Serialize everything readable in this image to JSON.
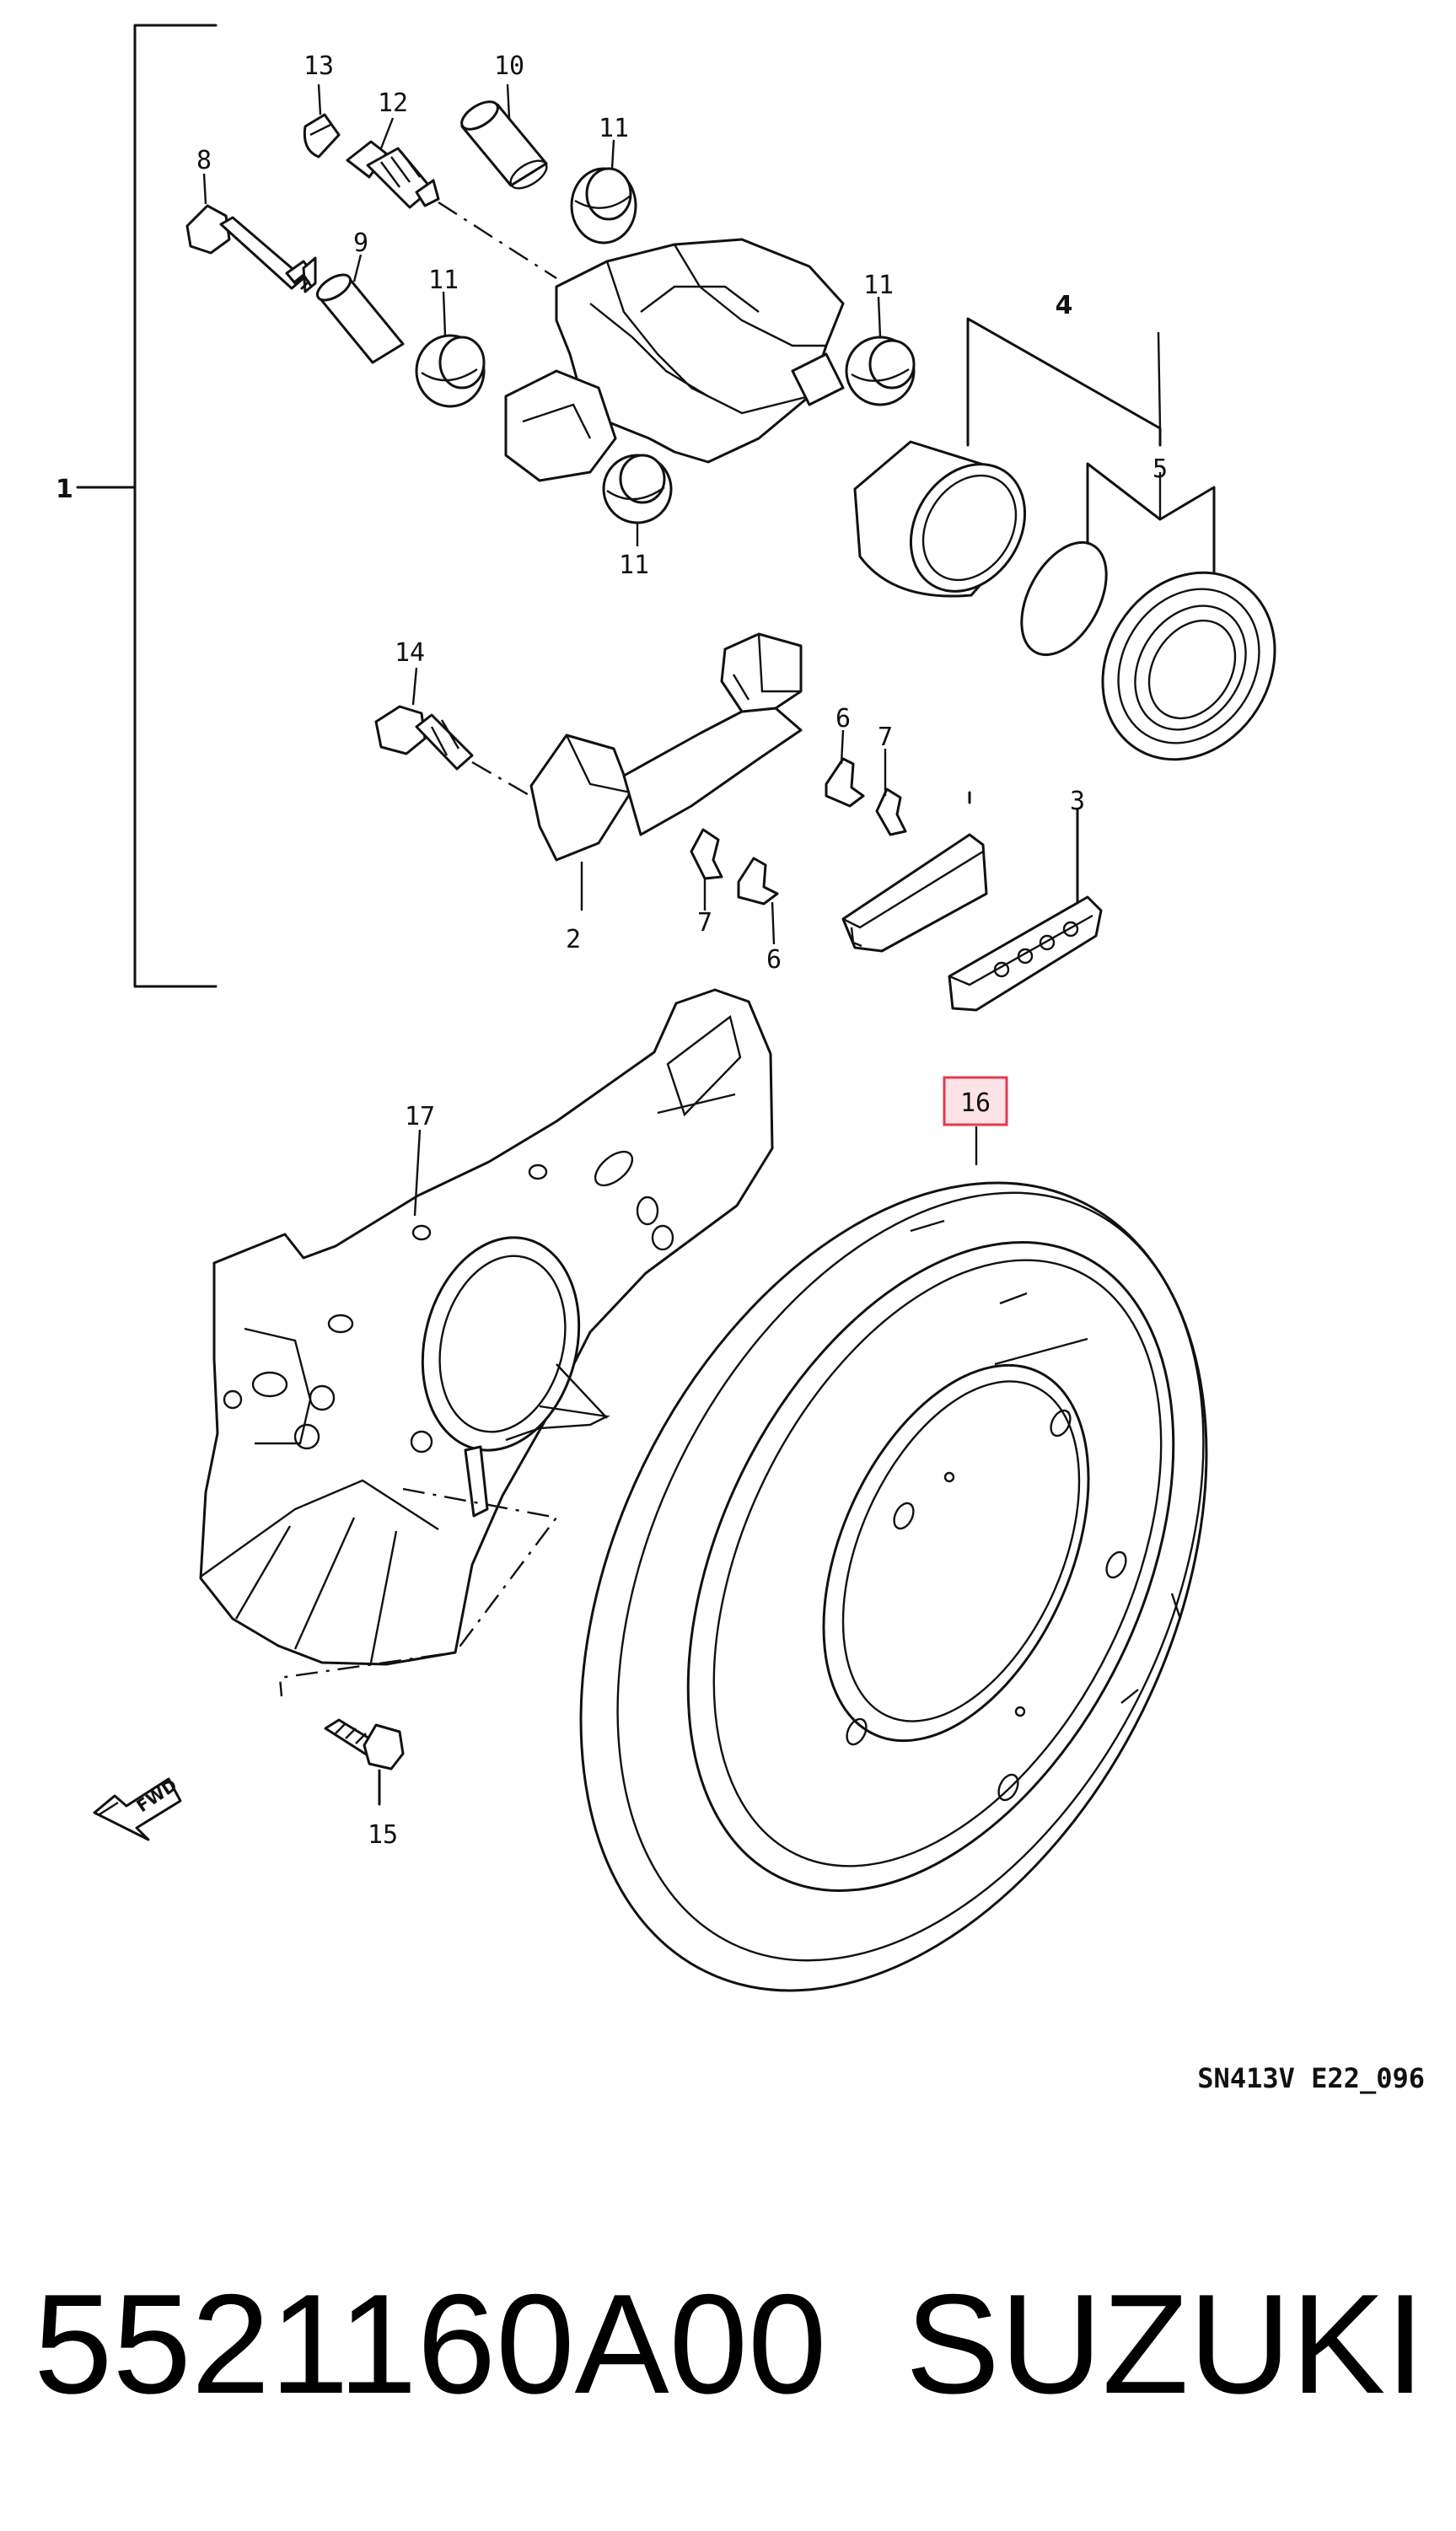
{
  "diagram": {
    "callouts": [
      {
        "id": "c1",
        "text": "1"
      },
      {
        "id": "c2",
        "text": "2"
      },
      {
        "id": "c3",
        "text": "3"
      },
      {
        "id": "c4",
        "text": "4"
      },
      {
        "id": "c5",
        "text": "5"
      },
      {
        "id": "c6a",
        "text": "6"
      },
      {
        "id": "c6b",
        "text": "6"
      },
      {
        "id": "c7a",
        "text": "7"
      },
      {
        "id": "c7b",
        "text": "7"
      },
      {
        "id": "c8",
        "text": "8"
      },
      {
        "id": "c9",
        "text": "9"
      },
      {
        "id": "c10",
        "text": "10"
      },
      {
        "id": "c11a",
        "text": "11"
      },
      {
        "id": "c11b",
        "text": "11"
      },
      {
        "id": "c11c",
        "text": "11"
      },
      {
        "id": "c11d",
        "text": "11"
      },
      {
        "id": "c12",
        "text": "12"
      },
      {
        "id": "c13",
        "text": "13"
      },
      {
        "id": "c14",
        "text": "14"
      },
      {
        "id": "c15",
        "text": "15"
      },
      {
        "id": "c16",
        "text": "16"
      },
      {
        "id": "c17",
        "text": "17"
      }
    ],
    "fwd_label": "FWD",
    "reference": "SN413V E22_096",
    "highlight_color": "#e23a52"
  },
  "caption": {
    "part_number": "5521160A00",
    "brand": "SUZUKI"
  }
}
